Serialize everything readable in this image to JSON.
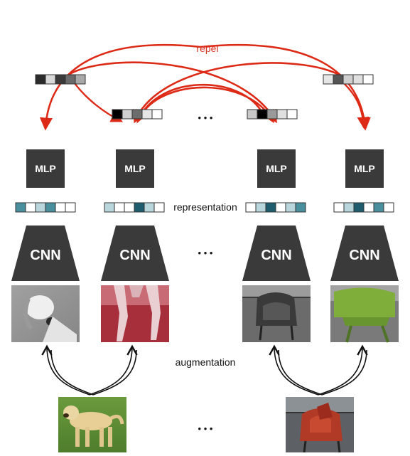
{
  "labels": {
    "repel": "repel",
    "mlp": "MLP",
    "cnn": "CNN",
    "representation": "representation",
    "augmentation": "augmentation",
    "ellipsis": "• • •"
  },
  "colors": {
    "repel_arrow": "#dd2a16",
    "repel_text": "#d8321e",
    "block_fill": "#3a3a3a",
    "block_text": "#ffffff",
    "cell_border": "#333333",
    "teal_dark": "#1e5c6e",
    "teal_mid": "#4a8f9e",
    "teal_light": "#b9d6dc",
    "augment_tint": "#b0323f"
  },
  "vectors": {
    "projection_top_left": [
      "#2b2b2b",
      "#d9d9d9",
      "#3a3a3a",
      "#6a6a6a",
      "#a8a8a8"
    ],
    "projection_top_right": [
      "#e6e6e6",
      "#555555",
      "#cfcfcf",
      "#e0e0e0",
      "#ffffff"
    ],
    "projection_mid_left": [
      "#000000",
      "#cfcfcf",
      "#6d6d6d",
      "#e6e6e6",
      "#ffffff"
    ],
    "projection_mid_right": [
      "#c8c8c8",
      "#000000",
      "#9a9a9a",
      "#e0e0e0",
      "#ffffff"
    ],
    "representation_1": [
      "#4a8f9e",
      "#ffffff",
      "#b9d6dc",
      "#4a8f9e",
      "#ffffff",
      "#ffffff"
    ],
    "representation_2": [
      "#b9d6dc",
      "#ffffff",
      "#ffffff",
      "#1e5c6e",
      "#b9d6dc",
      "#ffffff"
    ],
    "representation_3": [
      "#ffffff",
      "#b9d6dc",
      "#1e5c6e",
      "#ffffff",
      "#b9d6dc",
      "#4a8f9e"
    ],
    "representation_4": [
      "#ffffff",
      "#b9d6dc",
      "#1e5c6e",
      "#ffffff",
      "#4a8f9e",
      "#ffffff"
    ]
  },
  "images": {
    "dog_gray": "grayscale dog crop",
    "dog_red": "red tinted dog legs crop",
    "chair_gray": "grayscale chair crop",
    "chair_green": "green chair crop",
    "dog_original": "original dog photo",
    "chair_original": "original chair photo"
  }
}
